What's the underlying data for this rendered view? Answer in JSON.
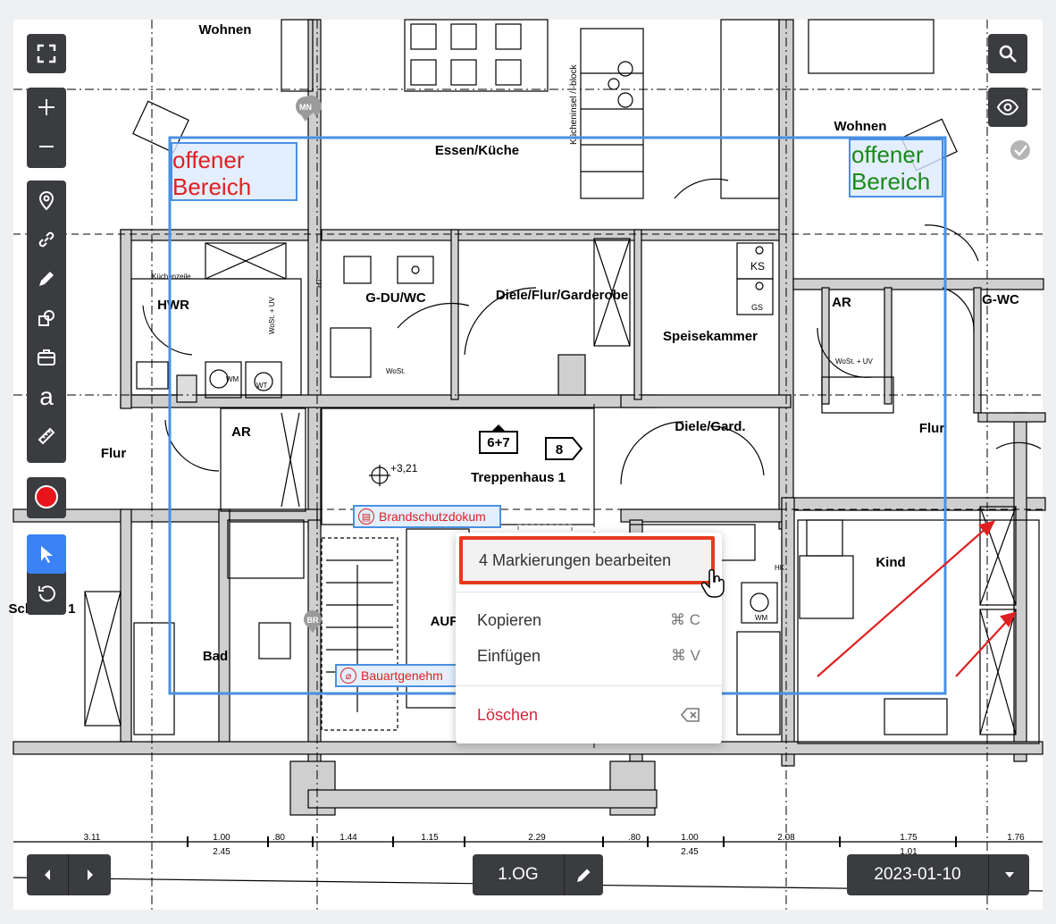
{
  "plan": {
    "rooms": {
      "wohnen_left": "Wohnen",
      "wohnen_right": "Wohnen",
      "essen": "Essen/Küche",
      "kuecheninsel": "Kücheninsel / -block",
      "hwr": "HWR",
      "kuechenzeile": "Küchenzeile",
      "gduwc": "G-DU/WC",
      "diele_flur": "Diele/Flur/Garderobe",
      "speisekammer": "Speisekammer",
      "ar_right": "AR",
      "gwc": "G-WC",
      "ar_left": "AR",
      "flur_left": "Flur",
      "flur_right": "Flur",
      "diele_gard": "Diele/Gard.",
      "treppenhaus": "Treppenhaus 1",
      "level_mark": "+3,21",
      "stair_tag": "6+7",
      "tag_8": "8",
      "kind": "Kind",
      "bad": "Bad",
      "schlafen": "Schlafen 1",
      "aufzug": "AUF",
      "ks": "KS",
      "gs": "GS",
      "wm": "WM",
      "wt": "WT",
      "wm2": "WM",
      "wost1": "WoSt. + UV",
      "wost2": "WoSt.",
      "wost3": "WoSt. + UV",
      "hk": "HK",
      "ht": "HT",
      "br": "BR",
      "mn": "MN"
    },
    "dims_top": [
      "3.11",
      "1.00",
      ".80",
      "1.44",
      "1.15",
      "2.29",
      ".80",
      "1.00",
      "2.08",
      "1.75",
      "1.76"
    ],
    "dims_bottom": [
      "2.45",
      "2.45",
      "1.01"
    ]
  },
  "annotations": {
    "label_red": {
      "line1": "offener",
      "line2": "Bereich",
      "color": "#e02020"
    },
    "label_green": {
      "line1": "offener",
      "line2": "Bereich",
      "color": "#1a8a1a"
    },
    "chip_brandschutz": "Brandschutzdokum",
    "chip_bauart": "Bauartgenehm",
    "selection_color": "#4a90e2",
    "arrow_color": "#e02020"
  },
  "context_menu": {
    "edit": "4 Markierungen bearbeiten",
    "copy": "Kopieren",
    "copy_shortcut": "⌘ C",
    "paste": "Einfügen",
    "paste_shortcut": "⌘ V",
    "delete": "Löschen"
  },
  "bottom": {
    "floor": "1.OG",
    "date": "2023-01-10"
  },
  "toolbar": {
    "text_tool": "a",
    "active_color": "#e8141c"
  }
}
